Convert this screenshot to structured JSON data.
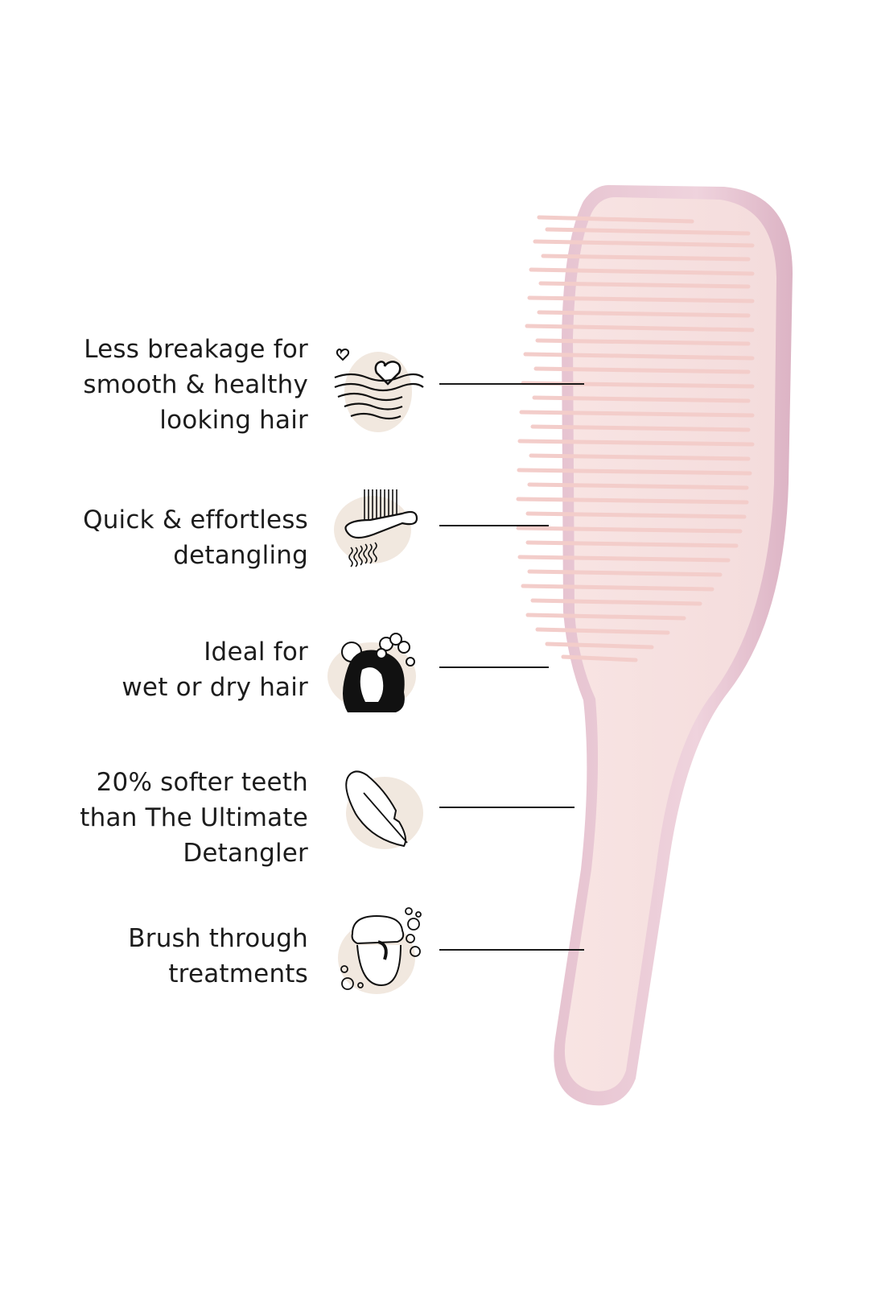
{
  "features": [
    {
      "text": "Less breakage for\nsmooth & healthy\nlooking hair",
      "icon": "heart-waves-icon"
    },
    {
      "text": "Quick & effortless\ndetangling",
      "icon": "brush-detangling-icon"
    },
    {
      "text": "Ideal for\nwet or dry hair",
      "icon": "wet-dry-hair-icon"
    },
    {
      "text": "20% softer teeth\nthan The Ultimate\nDetangler",
      "icon": "feather-icon"
    },
    {
      "text": "Brush through\ntreatments",
      "icon": "towel-treatment-icon"
    }
  ],
  "colors": {
    "text": "#1c1c1c",
    "icon_blob": "#f1e8df",
    "brush_outer": "#e9c9d4",
    "brush_inner": "#f7e1e1",
    "bristles": "#f3cfcc"
  }
}
